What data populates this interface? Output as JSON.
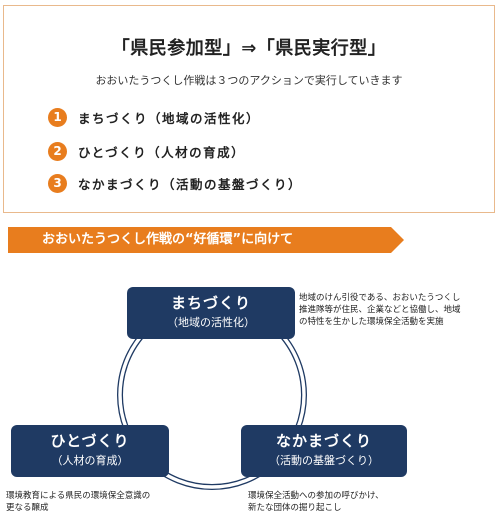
{
  "header": {
    "title": "「県民参加型」⇒「県民実行型」",
    "subtitle": "おおいたうつくし作戦は３つのアクションで実行していきます"
  },
  "actions": [
    {
      "number": "1",
      "label": "まちづくり（地域の活性化）"
    },
    {
      "number": "2",
      "label": "ひとづくり（人材の育成）"
    },
    {
      "number": "3",
      "label": "なかまづくり（活動の基盤づくり）"
    }
  ],
  "banner": {
    "text": "おおいたうつくし作戦の“好循環”に向けて"
  },
  "cycle": {
    "nodes": [
      {
        "title": "まちづくり",
        "subtitle": "（地域の活性化）"
      },
      {
        "title": "ひとづくり",
        "subtitle": "（人材の育成）"
      },
      {
        "title": "なかまづくり",
        "subtitle": "（活動の基盤づくり）"
      }
    ],
    "descriptions": [
      {
        "lines": [
          "地域のけん引役である、おおいたうつくし",
          "推進隊等が住民、企業などと協働し、地域",
          "の特性を生かした環境保全活動を実施"
        ]
      },
      {
        "lines": [
          "環境教育による県民の環境保全意識の",
          "更なる醸成"
        ]
      },
      {
        "lines": [
          "環境保全活動への参加の呼びかけ、",
          "新たな団体の掘り起こし"
        ]
      }
    ]
  },
  "colors": {
    "accent_orange": "#e87d1e",
    "node_navy": "#1f3a63",
    "box_border": "#e9b98c"
  }
}
